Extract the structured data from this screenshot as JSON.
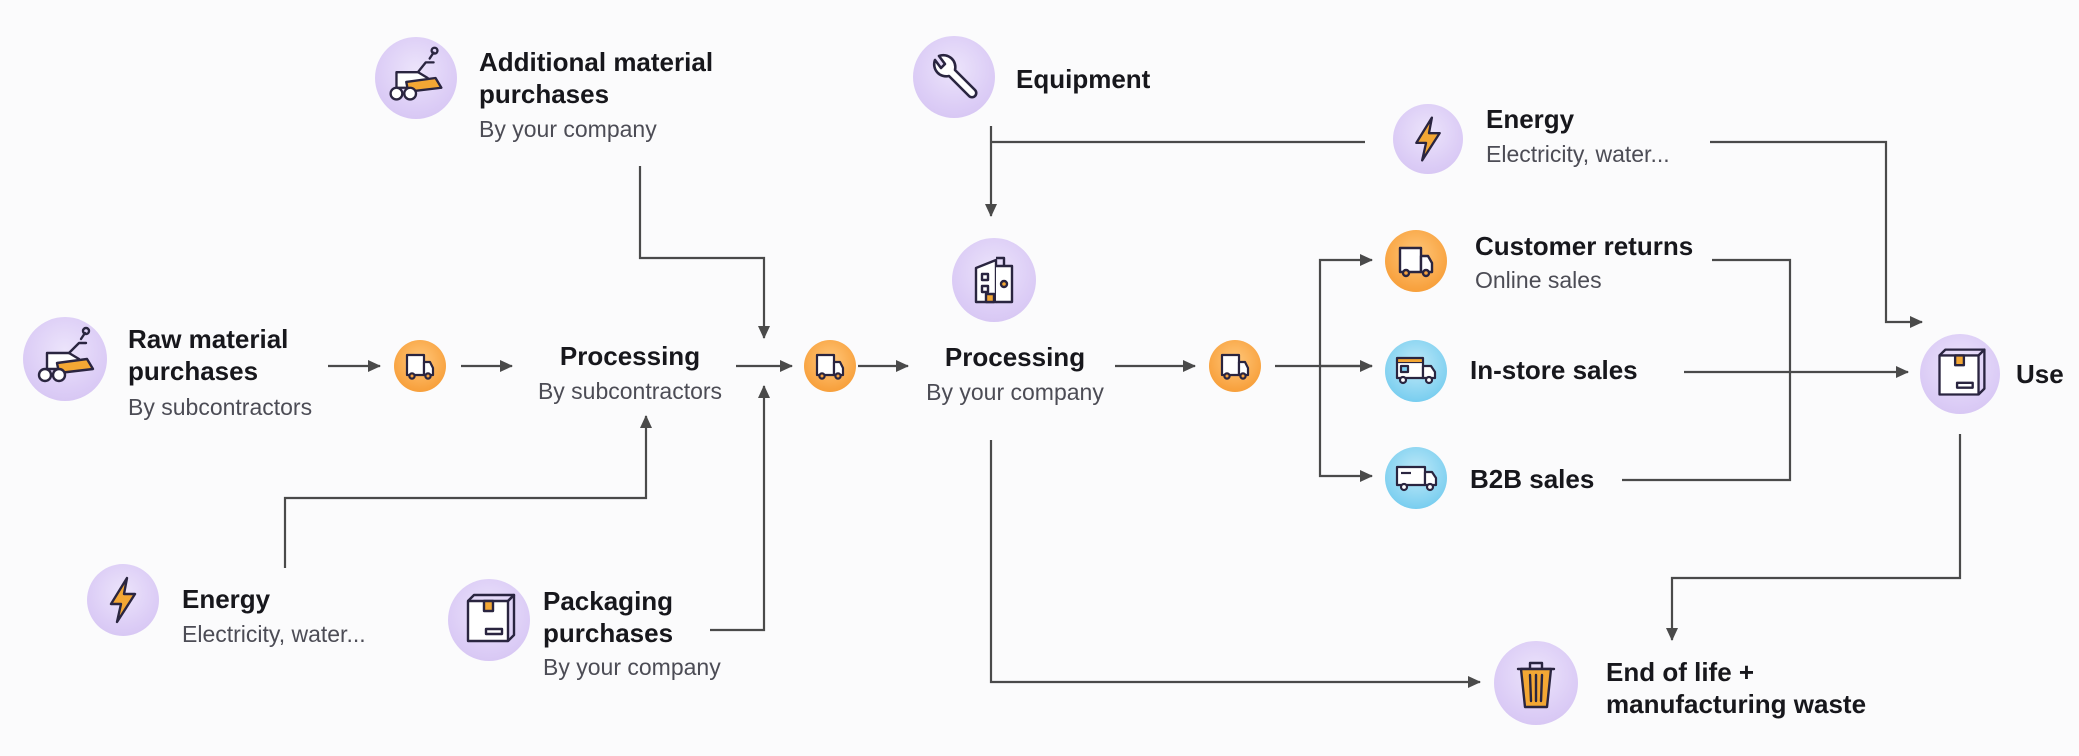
{
  "nodes": {
    "raw_material": {
      "title": "Raw material\npurchases",
      "subtitle": "By subcontractors",
      "icon": "tractor-icon"
    },
    "additional_material": {
      "title": "Additional material\npurchases",
      "subtitle": "By your company",
      "icon": "tractor-icon"
    },
    "energy_left": {
      "title": "Energy",
      "subtitle": "Electricity, water...",
      "icon": "lightning-icon"
    },
    "processing_subcontractors": {
      "title": "Processing",
      "subtitle": "By subcontractors"
    },
    "packaging": {
      "title": "Packaging\npurchases",
      "subtitle": "By your company",
      "icon": "box-icon"
    },
    "equipment": {
      "title": "Equipment",
      "icon": "wrench-icon"
    },
    "energy_right": {
      "title": "Energy",
      "subtitle": "Electricity, water...",
      "icon": "lightning-icon"
    },
    "processing_company": {
      "title": "Processing",
      "subtitle": "By your company",
      "icon": "factory-icon"
    },
    "customer_returns": {
      "title": "Customer returns",
      "subtitle": "Online sales",
      "icon": "truck-icon"
    },
    "in_store_sales": {
      "title": "In-store sales",
      "icon": "store-truck-icon"
    },
    "b2b_sales": {
      "title": "B2B sales",
      "icon": "delivery-truck-icon"
    },
    "use": {
      "title": "Use",
      "icon": "box-icon"
    },
    "end_of_life": {
      "title": "End of life +\nmanufacturing waste",
      "icon": "trash-icon"
    }
  },
  "transport_icon": "truck-icon",
  "colors": {
    "purple_bg": "#dccdf6",
    "orange_bg": "#f8a23f",
    "blue_bg": "#7fd0f0",
    "arrow": "#4a4a4a",
    "icon_stroke": "#2a2540",
    "accent": "#f3a734"
  }
}
